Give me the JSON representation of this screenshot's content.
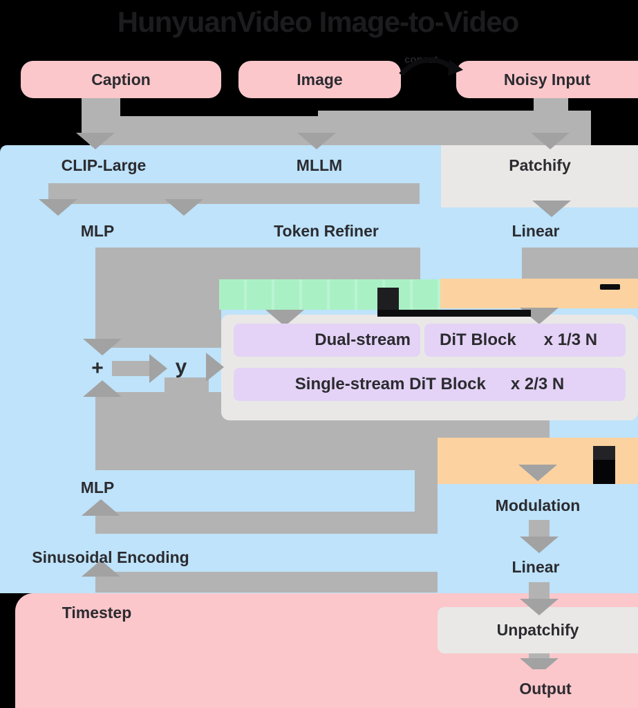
{
  "title": "HunyuanVideo Image-to-Video",
  "annotations": {
    "concat": "concat",
    "plus": "+",
    "y": "y"
  },
  "nodes": {
    "caption": "Caption",
    "image": "Image",
    "noisy_input": "Noisy Input",
    "clip_large": "CLIP-Large",
    "mllm": "MLLM",
    "patchify": "Patchify",
    "mlp_text": "MLP",
    "token_refiner": "Token Refiner",
    "linear_in": "Linear",
    "dual_stream": "Dual-stream",
    "dit_block": "DiT Block",
    "dit_repeat_dual": "x 1/3 N",
    "single_stream_dit_block": "Single-stream DiT Block",
    "dit_repeat_single": "x 2/3 N",
    "modulation": "Modulation",
    "linear_out": "Linear",
    "unpatchify": "Unpatchify",
    "output": "Output",
    "mlp_time": "MLP",
    "sinusoidal_encoding": "Sinusoidal Encoding",
    "timestep": "Timestep"
  },
  "colors": {
    "pink": "#fbc7cb",
    "blue_backdrop": "#bee3fa",
    "gray_box": "#e9e8e6",
    "green_tokens": "#aaf0c5",
    "orange_tokens": "#fbd2a0",
    "purple_block": "#e4d3f6",
    "arrow_gray": "#b3b3b3",
    "black_line": "#0a0a0a"
  }
}
